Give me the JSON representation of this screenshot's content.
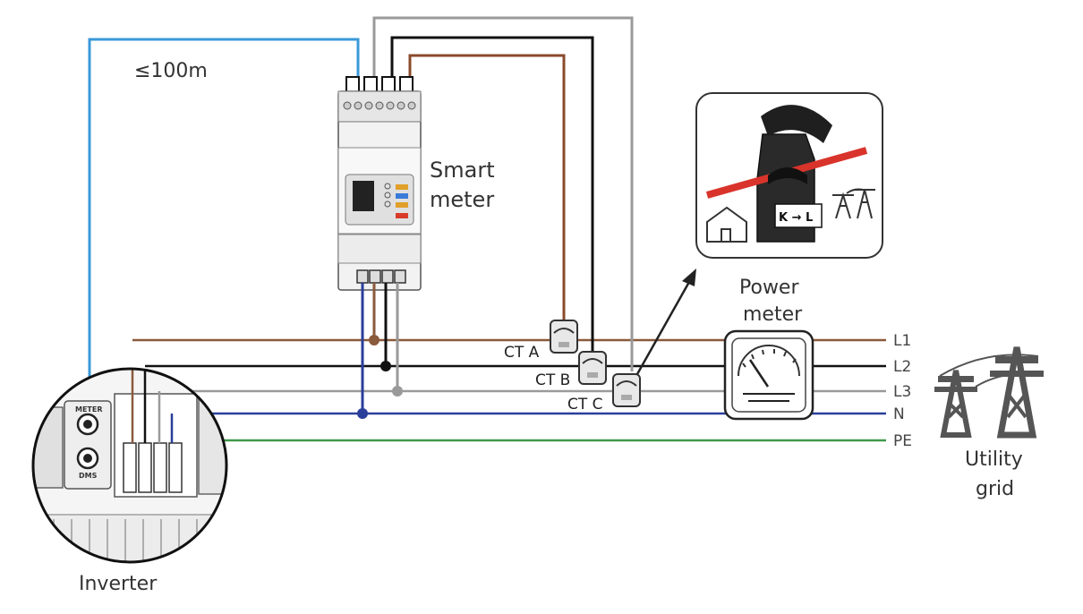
{
  "distance_label": "≤100m",
  "smart_meter": {
    "line1": "Smart",
    "line2": "meter"
  },
  "power_meter": {
    "line1": "Power",
    "line2": "meter"
  },
  "inverter": {
    "label": "Inverter",
    "port_meter": "METER",
    "port_dms": "DMS"
  },
  "utility_grid": {
    "line1": "Utility",
    "line2": "grid"
  },
  "ct_labels": [
    "CT A",
    "CT B",
    "CT C"
  ],
  "ct_clamp_direction": "K → L",
  "lines": [
    {
      "id": "L1",
      "label": "L1",
      "color": "#8a5a3c"
    },
    {
      "id": "L2",
      "label": "L2",
      "color": "#111111"
    },
    {
      "id": "L3",
      "label": "L3",
      "color": "#9a9a9a"
    },
    {
      "id": "N",
      "label": "N",
      "color": "#2a3f9a"
    },
    {
      "id": "PE",
      "label": "PE",
      "color": "#3f9a4a"
    }
  ],
  "colors": {
    "rs485": "#3a9ad9",
    "ct_brown": "#8a4a2a",
    "ct_black": "#111111",
    "ct_gray": "#9a9a9a",
    "clamp_red": "#d9342b"
  }
}
